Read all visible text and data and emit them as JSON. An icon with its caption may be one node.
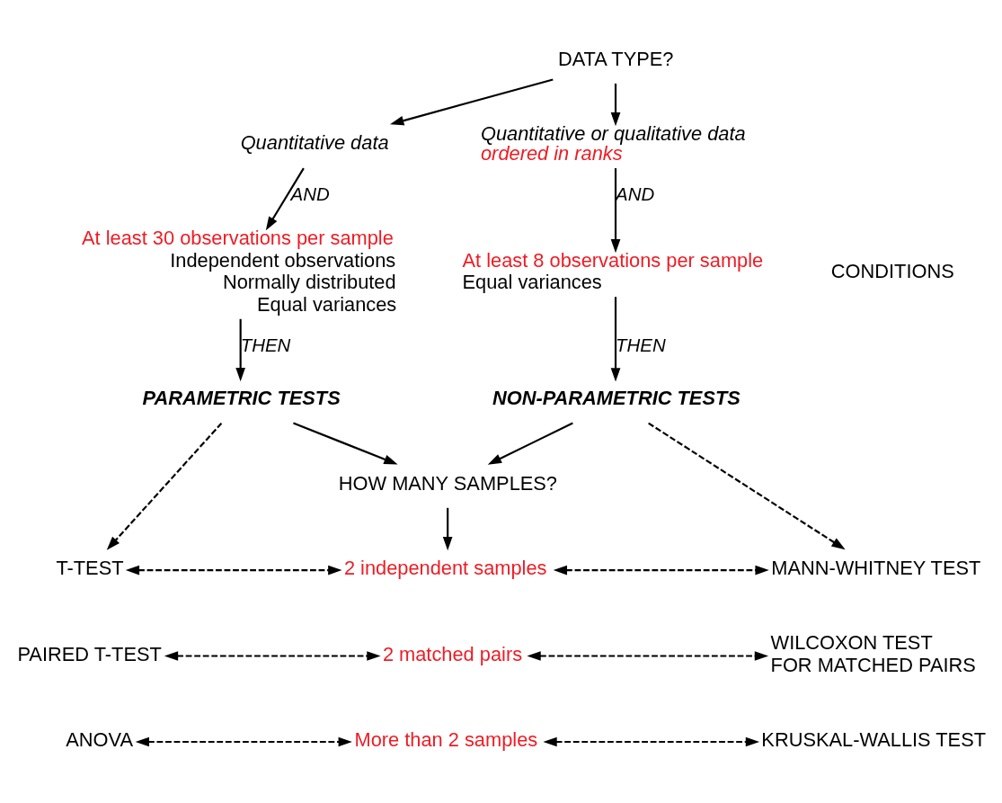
{
  "diagram": {
    "nodes": [
      {
        "text": [
          "DATA TYPE?"
        ]
      },
      {
        "text": [
          "Quantitative data"
        ]
      },
      {
        "text": [
          "Quantitative or qualitative data",
          "ordered in ranks"
        ]
      },
      {
        "text": [
          "At least 30 observations per sample",
          "Independent observations",
          "Normally distributed",
          "Equal variances"
        ]
      },
      {
        "text": [
          "At least 8 observations per sample",
          "Equal variances"
        ]
      },
      {
        "text": [
          "PARAMETRIC TESTS"
        ]
      },
      {
        "text": [
          "NON-PARAMETRIC TESTS"
        ]
      },
      {
        "text": [
          "HOW MANY SAMPLES?"
        ]
      },
      {
        "text": [
          "T-TEST"
        ]
      },
      {
        "text": [
          "2 independent samples"
        ]
      },
      {
        "text": [
          "MANN-WHITNEY TEST"
        ]
      },
      {
        "text": [
          "PAIRED T-TEST"
        ]
      },
      {
        "text": [
          "2 matched pairs"
        ]
      },
      {
        "text": [
          "WILCOXON TEST FOR MATCHED PAIRS"
        ]
      },
      {
        "text": [
          "ANOVA"
        ]
      },
      {
        "text": [
          "More than 2 samples"
        ]
      },
      {
        "text": [
          "KRUSKAL-WALLIS TEST"
        ]
      }
    ],
    "edges": [
      {
        "from": 0,
        "to": 1,
        "arrow": "to"
      },
      {
        "from": 0,
        "to": 2,
        "arrow": "to"
      },
      {
        "from": 1,
        "to": 3,
        "arrow": "to",
        "label": "AND"
      },
      {
        "from": 2,
        "to": 4,
        "arrow": "to",
        "label": "AND"
      },
      {
        "from": 3,
        "to": 5,
        "arrow": "to",
        "label": "THEN"
      },
      {
        "from": 4,
        "to": 6,
        "arrow": "to",
        "label": "THEN"
      },
      {
        "from": 5,
        "to": 7,
        "arrow": "to"
      },
      {
        "from": 6,
        "to": 7,
        "arrow": "to"
      },
      {
        "from": 5,
        "to": 8,
        "arrow": "to",
        "style": "dashed"
      },
      {
        "from": 6,
        "to": 10,
        "arrow": "to",
        "style": "dashed"
      },
      {
        "from": 7,
        "to": 9,
        "arrow": "to"
      },
      {
        "from": 8,
        "to": 9,
        "arrow": "both",
        "style": "dashed"
      },
      {
        "from": 9,
        "to": 10,
        "arrow": "both",
        "style": "dashed"
      },
      {
        "from": 11,
        "to": 12,
        "arrow": "both",
        "style": "dashed"
      },
      {
        "from": 12,
        "to": 13,
        "arrow": "both",
        "style": "dashed"
      },
      {
        "from": 14,
        "to": 15,
        "arrow": "both",
        "style": "dashed"
      },
      {
        "from": 15,
        "to": 16,
        "arrow": "both",
        "style": "dashed"
      }
    ],
    "labels": [
      "CONDITIONS"
    ]
  }
}
